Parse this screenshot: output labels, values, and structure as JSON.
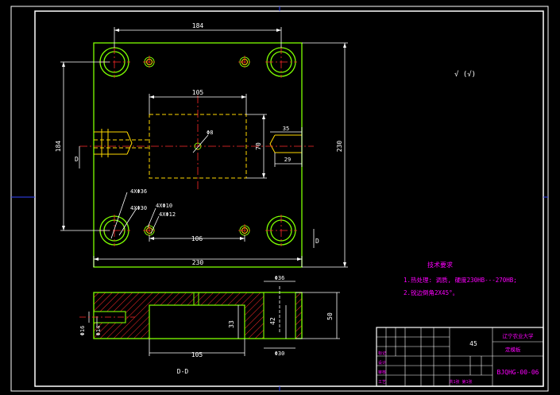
{
  "colors": {
    "background": "#000000",
    "frame": "#ffffff",
    "geometry": "#7fff00",
    "dimension": "#ffffff",
    "center": "#ff2a2a",
    "hidden": "#ffd800",
    "hatch": "#ff2a2a",
    "note": "#ff00ff",
    "frame_blue": "#3344ff"
  },
  "dimensions": {
    "top_width": "184",
    "pocket_width": "105",
    "overall_height": "230",
    "inner_height": "184",
    "center_hole": "Φ8",
    "pocket_height": "70",
    "slot_length": "35",
    "slot_offset": "29",
    "hole_pitch": "106",
    "overall_width": "230",
    "holes_36": "4XΦ36",
    "holes_30": "4XΦ30",
    "holes_10": "4XΦ10",
    "holes_12": "4XΦ12",
    "section_d_left": "D",
    "section_d_right": "D",
    "side_d36": "Φ36",
    "side_d30": "Φ30",
    "side_h50": "50",
    "side_h42": "42",
    "front_h33": "33",
    "front_d16": "Φ16",
    "front_d14": "Φ14",
    "front_w105": "105",
    "section_label": "D-D",
    "surface_main": "√ (√)"
  },
  "notes": {
    "title": "技术要求",
    "line1": "1.热处理: 调质, 硬度230HB---270HB;",
    "line2": "2.锐边倒角2X45°。"
  },
  "title_block": {
    "material": "45",
    "school": "辽宁农业大学",
    "part_name": "定模板",
    "drawing_no": "BJQHG-00-06",
    "scale_label": "共1张 第1张",
    "row_labels": [
      "标记",
      "设计",
      "审核",
      "工艺"
    ]
  }
}
